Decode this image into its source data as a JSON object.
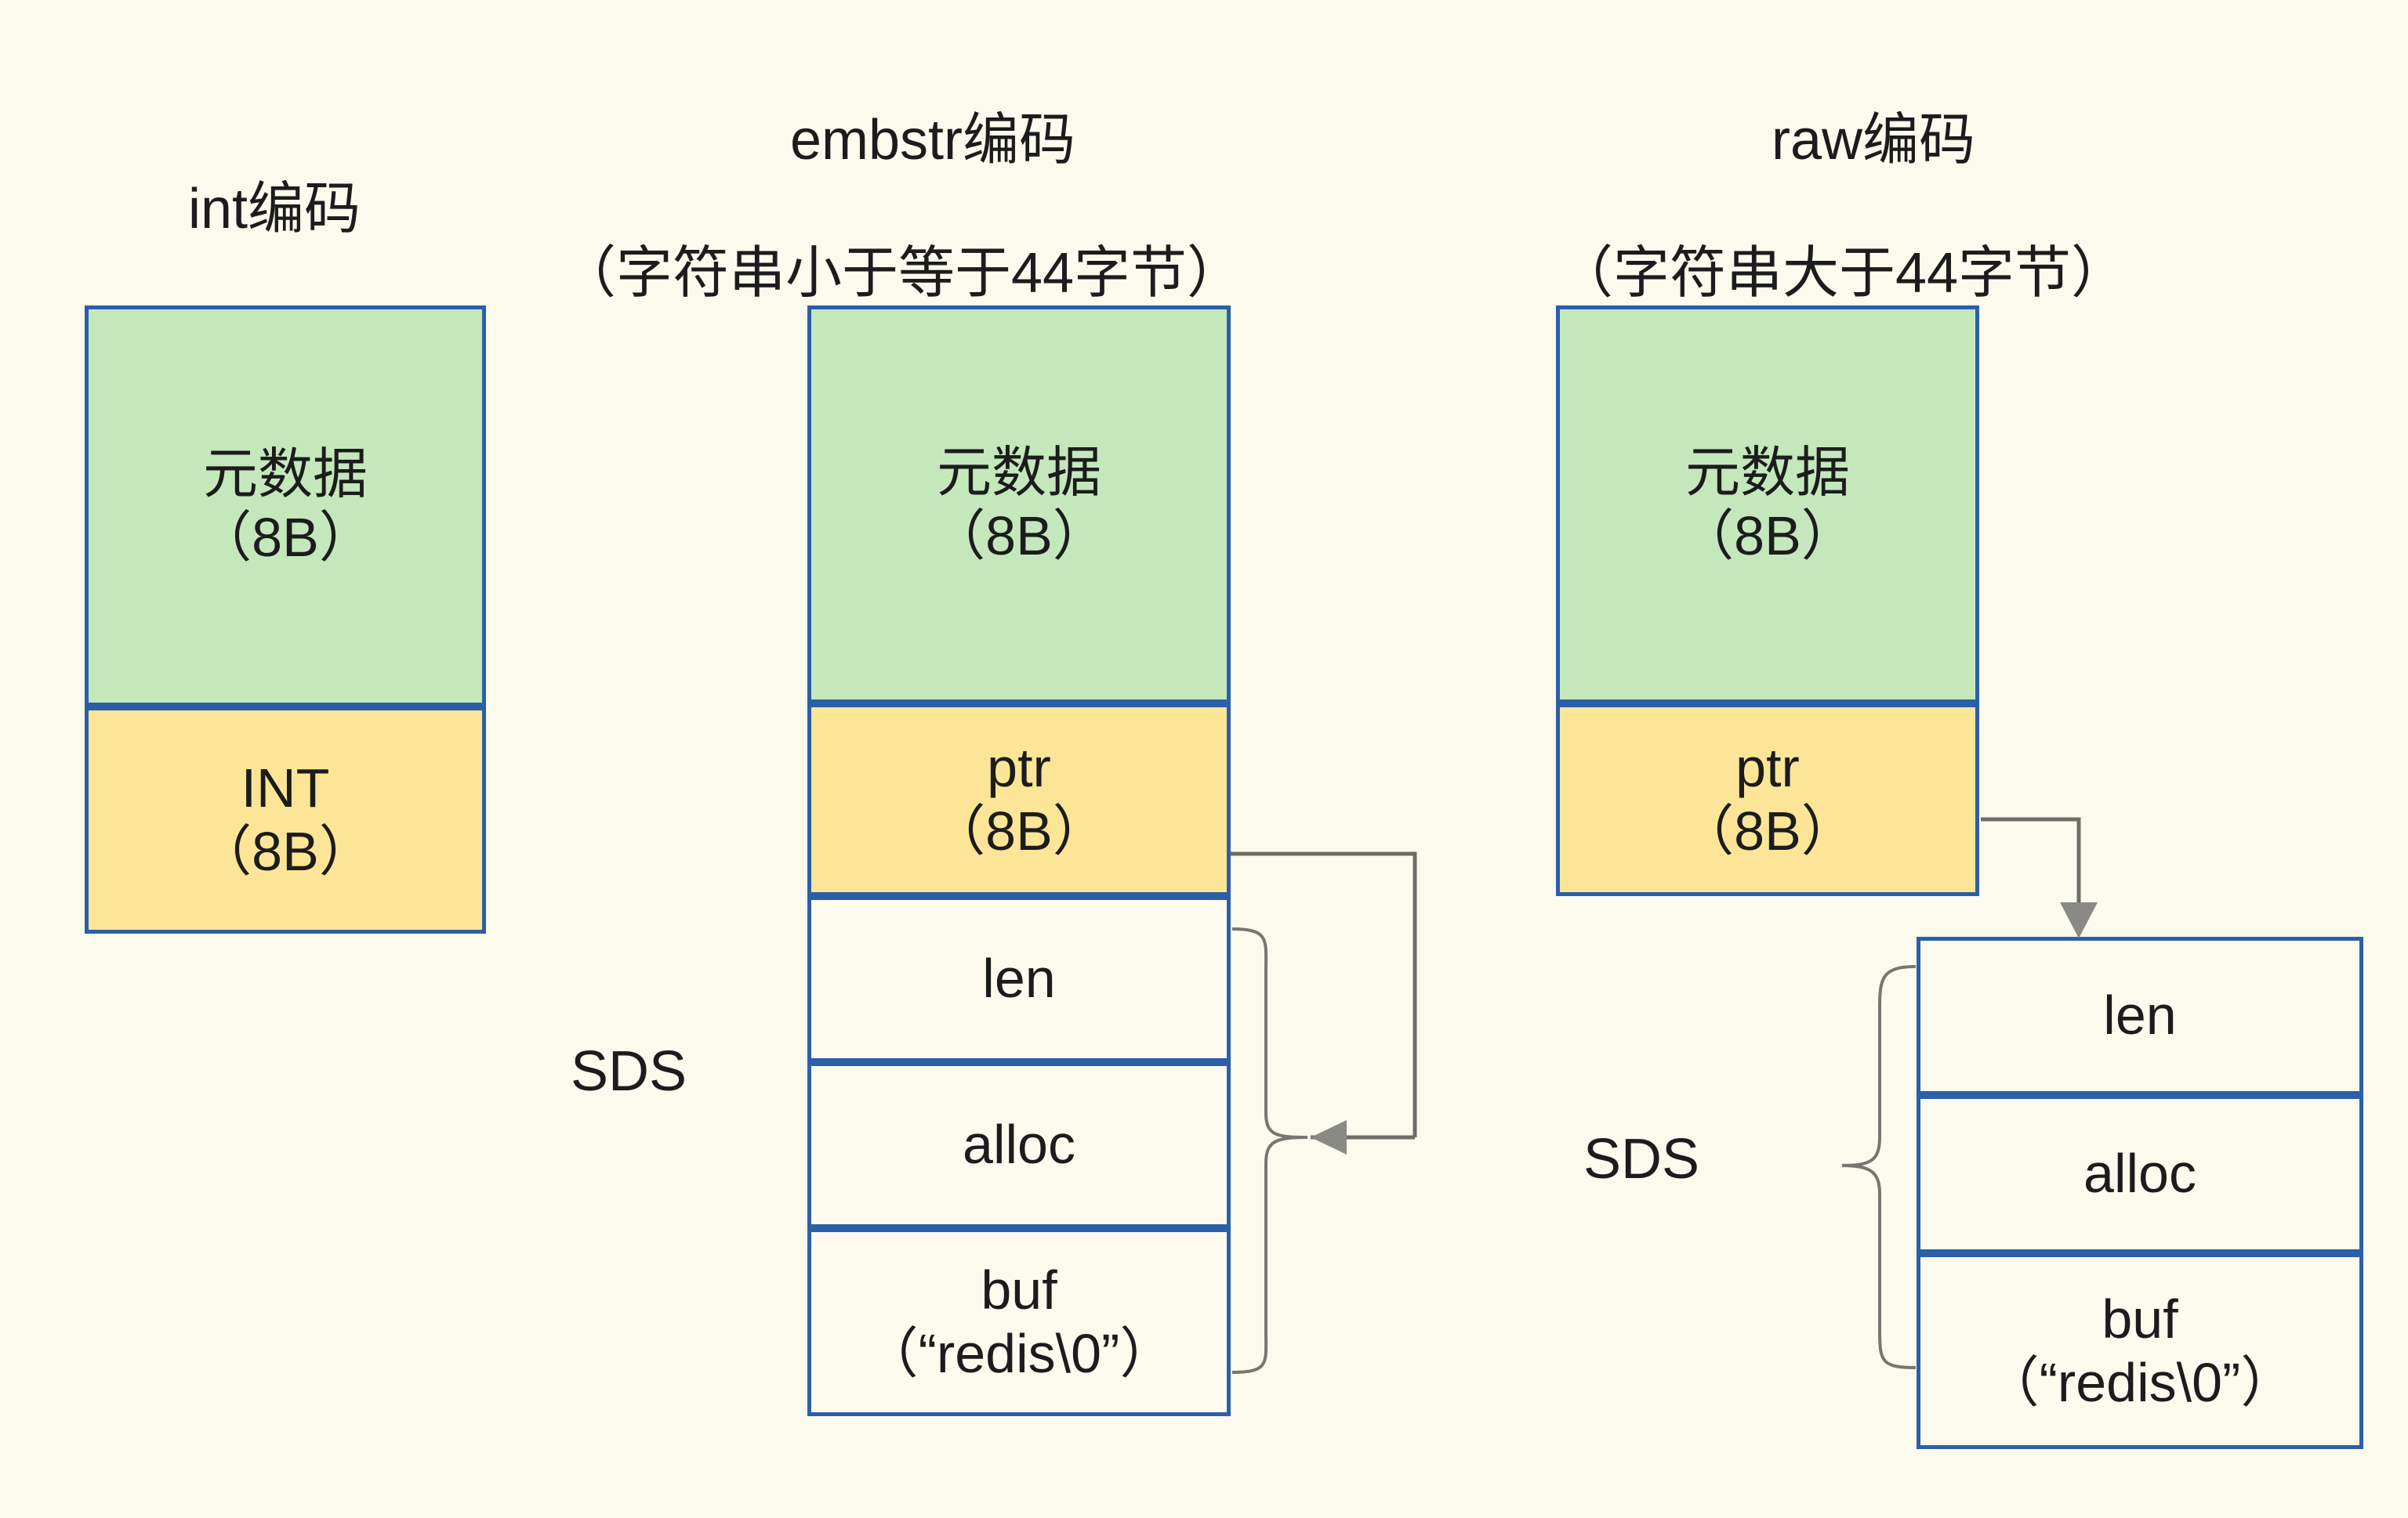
{
  "columns": [
    {
      "id": "int",
      "title_line1": "int编码",
      "title_line2": "",
      "boxes": [
        {
          "name": "metadata",
          "label": "元数据\n（8B）",
          "fill": "green"
        },
        {
          "name": "int-value",
          "label": "INT\n（8B）",
          "fill": "yellow"
        }
      ]
    },
    {
      "id": "embstr",
      "title_line1": "embstr编码",
      "title_line2": "（字符串小于等于44字节）",
      "sds_label": "SDS",
      "boxes": [
        {
          "name": "metadata",
          "label": "元数据\n（8B）",
          "fill": "green"
        },
        {
          "name": "ptr",
          "label": "ptr\n（8B）",
          "fill": "yellow"
        },
        {
          "name": "len",
          "label": "len",
          "fill": "plain"
        },
        {
          "name": "alloc",
          "label": "alloc",
          "fill": "plain"
        },
        {
          "name": "buf",
          "label": "buf\n（“redis\\0”）",
          "fill": "plain"
        }
      ]
    },
    {
      "id": "raw",
      "title_line1": "raw编码",
      "title_line2": "（字符串大于44字节）",
      "sds_label": "SDS",
      "boxes": [
        {
          "name": "metadata",
          "label": "元数据\n（8B）",
          "fill": "green"
        },
        {
          "name": "ptr",
          "label": "ptr\n（8B）",
          "fill": "yellow"
        },
        {
          "name": "len",
          "label": "len",
          "fill": "plain"
        },
        {
          "name": "alloc",
          "label": "alloc",
          "fill": "plain"
        },
        {
          "name": "buf",
          "label": "buf\n（“redis\\0”）",
          "fill": "plain"
        }
      ]
    }
  ],
  "colors": {
    "background": "#fbfaed",
    "border": "#2b5fa8",
    "metadata_fill": "#c4e8bc",
    "pointer_fill": "#fce596",
    "plain_fill": "#fbfaed",
    "connector": "#6d6d68",
    "text": "#1c1c1c"
  }
}
